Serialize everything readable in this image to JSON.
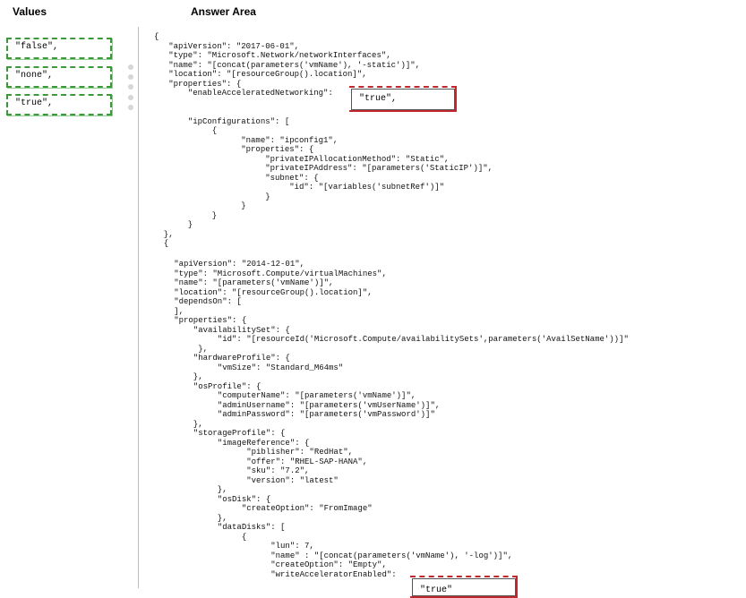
{
  "values_header": "Values",
  "answer_header": "Answer Area",
  "values": [
    "\"false\",",
    "\"none\",",
    "\"true\","
  ],
  "answer_slots": [
    "\"true\",",
    "\"true\""
  ],
  "code": {
    "block1": [
      "{",
      "   \"apiVersion\": \"2017-06-01\",",
      "   \"type\": \"Microsoft.Network/networkInterfaces\",",
      "   \"name\": \"[concat(parameters('vmName'), '-static')]\",",
      "   \"location\": \"[resourceGroup().location]\",",
      "   \"properties\": {",
      "       \"enableAcceleratedNetworking\":",
      "",
      "",
      "       \"ipConfigurations\": [",
      "            {",
      "                  \"name\": \"ipconfig1\",",
      "                  \"properties\": {",
      "                       \"privateIPAllocationMethod\": \"Static\",",
      "                       \"privateIPAddress\": \"[parameters('StaticIP')]\",",
      "                       \"subnet\": {",
      "                            \"id\": \"[variables('subnetRef')]\"",
      "                       }",
      "                  }",
      "            }",
      "       }",
      "  },",
      "  {"
    ],
    "block2": [
      "   \"apiVersion\": \"2014-12-01\",",
      "   \"type\": \"Microsoft.Compute/virtualMachines\",",
      "   \"name\": \"[parameters('vmName')]\",",
      "   \"location\": \"[resourceGroup().location]\",",
      "   \"dependsOn\": [",
      "   ],",
      "   \"properties\": {",
      "       \"availabilitySet\": {",
      "            \"id\": \"[resourceId('Microsoft.Compute/availabilitySets',parameters('AvailSetName'))]\"",
      "        },",
      "       \"hardwareProfile\": {",
      "            \"vmSize\": \"Standard_M64ms\"",
      "       },",
      "       \"osProfile\": {",
      "            \"computerName\": \"[parameters('vmName')]\",",
      "            \"adminUsername\": \"[parameters('vmUserName')]\",",
      "            \"adminPassword\": \"[parameters('vmPassword')]\"",
      "       },",
      "       \"storageProfile\": {",
      "            \"imageReference\": {",
      "                  \"piblisher\": \"RedHat\",",
      "                  \"offer\": \"RHEL-SAP-HANA\",",
      "                  \"sku\": \"7.2\",",
      "                  \"version\": \"latest\"",
      "            },",
      "            \"osDisk\": {",
      "                 \"createOption\": \"FromImage\"",
      "            },",
      "            \"dataDisks\": [",
      "                 {",
      "                       \"lun\": 7,",
      "                       \"name\" : \"[concat(parameters('vmName'), '-log')]\",",
      "                       \"createOption\": \"Empty\",",
      "                       \"writeAcceleratorEnabled\":"
    ]
  }
}
